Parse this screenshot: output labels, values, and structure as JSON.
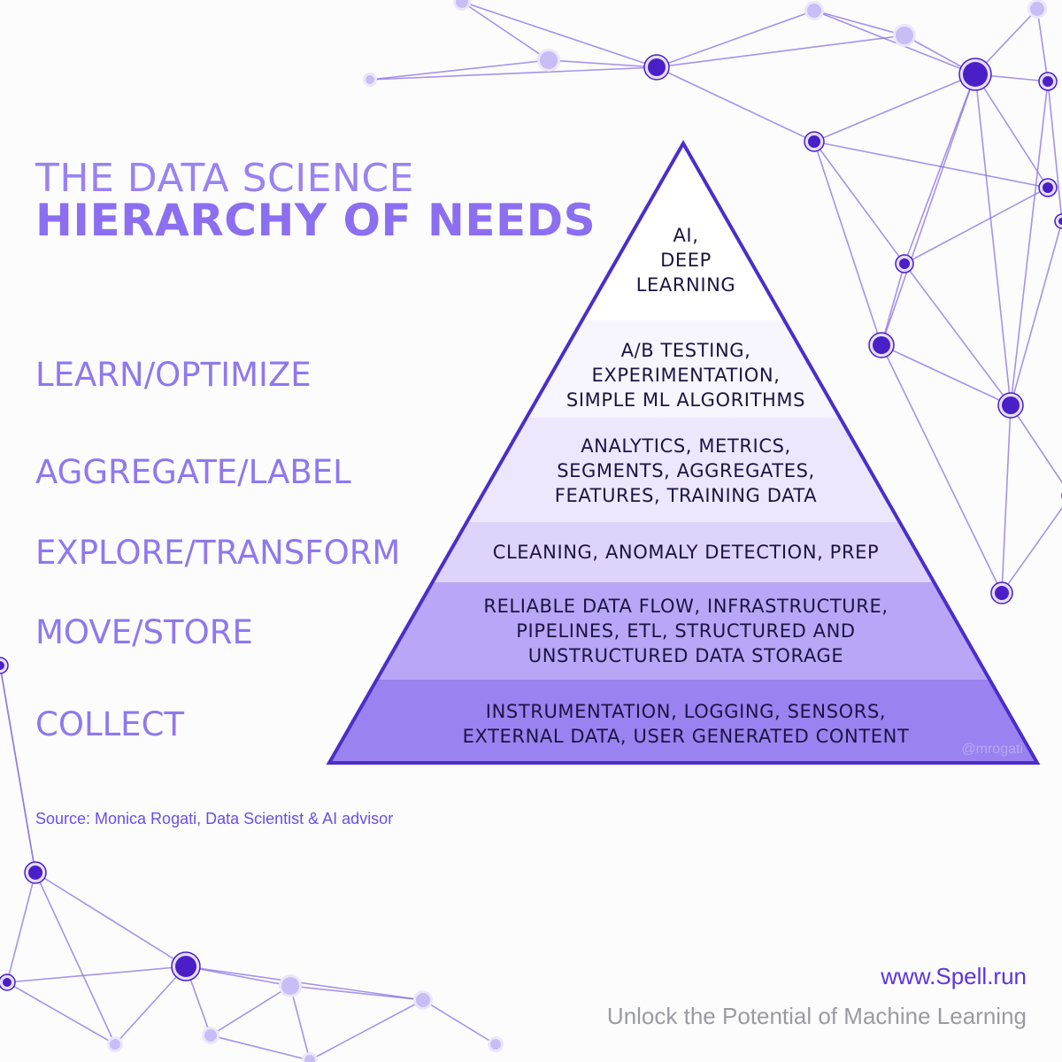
{
  "title": {
    "line1": "THE DATA SCIENCE",
    "line2": "HIERARCHY OF NEEDS"
  },
  "stages": [
    "LEARN/OPTIMIZE",
    "AGGREGATE/LABEL",
    "EXPLORE/TRANSFORM",
    "MOVE/STORE",
    "COLLECT"
  ],
  "pyramid": {
    "layers": [
      {
        "lines": [
          "AI,",
          "DEEP",
          "LEARNING"
        ],
        "color": "#ffffff"
      },
      {
        "lines": [
          "A/B TESTING,",
          "EXPERIMENTATION,",
          "SIMPLE ML ALGORITHMS"
        ],
        "color": "#f7f5fe"
      },
      {
        "lines": [
          "ANALYTICS, METRICS,",
          "SEGMENTS, AGGREGATES,",
          "FEATURES, TRAINING DATA"
        ],
        "color": "#ece7fd"
      },
      {
        "lines": [
          "CLEANING, ANOMALY DETECTION, PREP"
        ],
        "color": "#ddd3fb"
      },
      {
        "lines": [
          "RELIABLE DATA FLOW, INFRASTRUCTURE,",
          "PIPELINES, ETL, STRUCTURED AND",
          "UNSTRUCTURED DATA STORAGE"
        ],
        "color": "#b9a6f6"
      },
      {
        "lines": [
          "INSTRUMENTATION, LOGGING, SENSORS,",
          "EXTERNAL DATA, USER GENERATED CONTENT"
        ],
        "color": "#9b82f1"
      }
    ],
    "outline_color": "#4b2ec9",
    "credit": "@mrogati"
  },
  "source": "Source: Monica Rogati, Data Scientist & AI advisor",
  "footer": {
    "site": "www.Spell.run",
    "tagline": "Unlock the Potential of Machine Learning"
  },
  "colors": {
    "accent": "#8b6ff0",
    "node_dark": "#4a1fc8",
    "node_light": "#c9bdf5",
    "line": "#8a6fe3"
  }
}
